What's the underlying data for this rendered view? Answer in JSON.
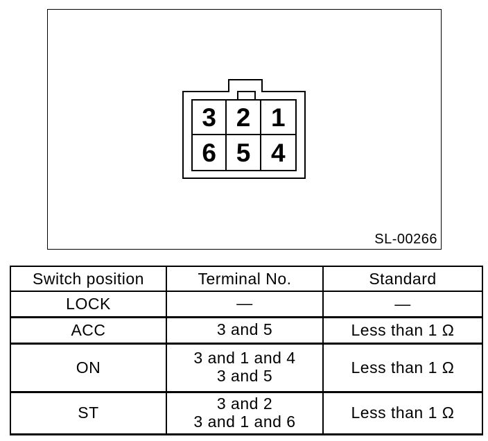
{
  "colors": {
    "ink": "#000000",
    "paper": "#ffffff"
  },
  "figure": {
    "code": "SL-00266",
    "connector": {
      "pins": [
        "3",
        "2",
        "1",
        "6",
        "5",
        "4"
      ]
    }
  },
  "table": {
    "headers": [
      "Switch position",
      "Terminal No.",
      "Standard"
    ],
    "rows": [
      {
        "switch_position": "LOCK",
        "terminal_no": "—",
        "standard": "—"
      },
      {
        "switch_position": "ACC",
        "terminal_no": "3 and 5",
        "standard": "Less than 1 Ω"
      },
      {
        "switch_position": "ON",
        "terminal_no": "3 and 1 and 4\n3 and 5",
        "standard": "Less than 1 Ω"
      },
      {
        "switch_position": "ST",
        "terminal_no": "3 and 2\n3 and 1 and 6",
        "standard": "Less than 1 Ω"
      }
    ]
  }
}
